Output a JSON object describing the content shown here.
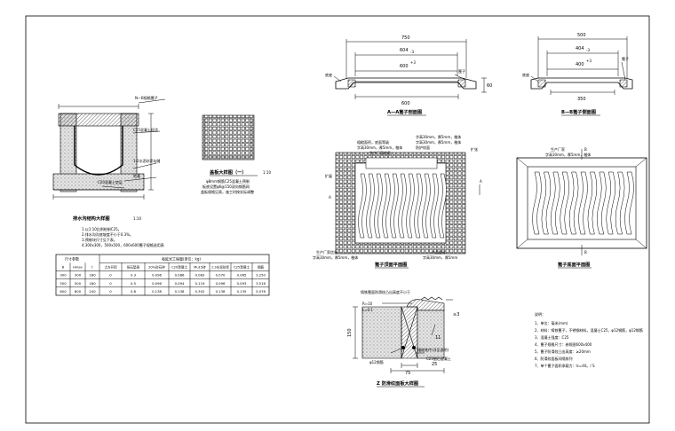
{
  "dimensions": {
    "a_top_750": "750",
    "a_604": "604",
    "a_604_tol": "-3",
    "a_600": "600",
    "a_600_tol": "+3",
    "a_bottom_600": "600",
    "a_height_60": "60",
    "b_top_500": "500",
    "b_404": "404",
    "b_404_tol": "-3",
    "b_400": "400",
    "b_400_tol": "+3",
    "b_bottom_350": "350",
    "z_150": "150",
    "z_11": "11",
    "z_3": "≥3",
    "z_75": "75",
    "z_25": "25",
    "z_r": "R≈10",
    "z_l": "L=0.1"
  },
  "titles": {
    "drain_section": "排水沟结构大样图",
    "drain_scale": "1:10",
    "cover_detail": "盖板大样图（一）",
    "cover_scale": "1:10",
    "section_aa": "A—A篦子剖面图",
    "section_bb": "B—B篦子侧面图",
    "grate_top": "篦子顶面平面图",
    "grate_bottom": "篦子底面平面图",
    "z_detail": "Z  防滑纹面板大样图"
  },
  "marks": {
    "a_left": "A",
    "a_right": "A",
    "b_top": "B",
    "b_bottom": "B"
  },
  "labels": {
    "frame_a": "底座",
    "frame_b": "底座",
    "grate_a": "篦子",
    "grate_b": "篦子",
    "top_l1": "粗糙面积，底面等级",
    "top_l2": "字高30mm，厚5mm，楷体",
    "top_l3": "字高30mm，厚5mm，楷体",
    "top_l4": "防护纹面",
    "top_l5": "字高30mm，厚5mm，楷体",
    "top_l6": "生产厂家信息",
    "top_l7": "字高30mm，厚5mm，楷体",
    "top_l8": "生产厂家信息",
    "top_l9": "产品型号",
    "top_l10": "字高30mm，厚5mm",
    "top_l11": "扩展",
    "top_l12": "扩张",
    "bot_l1": "生产厂家",
    "bot_l2": "字高30mm，厚5mm，楷体",
    "z_l1": "铸铁篦面防滑纹凸出高度不小于",
    "z_l2": "φ12钢筋",
    "z_l3": "C25细石混凝土",
    "z_l4": "镶嵌铁件(详见说明)",
    "drain_l1": "N—B规格篦子",
    "drain_l2": "C25混凝土现浇",
    "drain_l3": "1:2水泥砂浆勾缝",
    "drain_l4": "C20混凝土垫层",
    "drain_l5": "地基",
    "cover_n1": "φ8mm钢筋C25混凝土预制",
    "cover_n2": "板底设置φ6@150双向钢筋网",
    "cover_n3": "盖板规格见表，施工时按实际调整"
  },
  "drain_notes": [
    "1.以1:10比例绘制C25。",
    "2.排水沟沟底坡度不小于0.3%。",
    "3.预制块尺寸见下表。",
    "4.300x300，500x500，600x600篦子规格选用表"
  ],
  "table": {
    "h_size": "尺寸参数",
    "h_qty": "每延米工程量(单位：kg)",
    "cols": [
      "B",
      "Hmax",
      "t",
      "土方开挖",
      "砾石垫层",
      "20%砂石碎",
      "C20混凝土",
      "Mu15砖",
      "1:3水泥砂浆",
      "C25混凝土",
      "钢筋"
    ],
    "rows": [
      [
        "300",
        "300",
        "180",
        "0",
        "0.3",
        "0.096",
        "0.086",
        "0.083",
        "0.070",
        "0.065",
        "3.250"
      ],
      [
        "500",
        "500",
        "180",
        "0",
        "0.5",
        "0.096",
        "0.094",
        "0.119",
        "0.096",
        "0.093",
        "3.516"
      ],
      [
        "600",
        "600",
        "240",
        "0",
        "0.8",
        "0.138",
        "0.138",
        "0.302",
        "0.138",
        "0.135",
        "5.076"
      ]
    ]
  },
  "notes": {
    "title": "说明：",
    "items": [
      "1、单位：毫米(mm)",
      "2、材料：铸铁篦子，不锈钢材料，混凝土C25，φ12钢筋，φ12钢筋",
      "3、混凝土强度：C25",
      "4、篦子规格尺寸：参照图600x400",
      "5、篦子防滑纹凸出高度：≥20mm",
      "6、防滑纹面板间隔排列",
      "7、单个篦子面积承载力：Ic=40。/ S"
    ]
  }
}
